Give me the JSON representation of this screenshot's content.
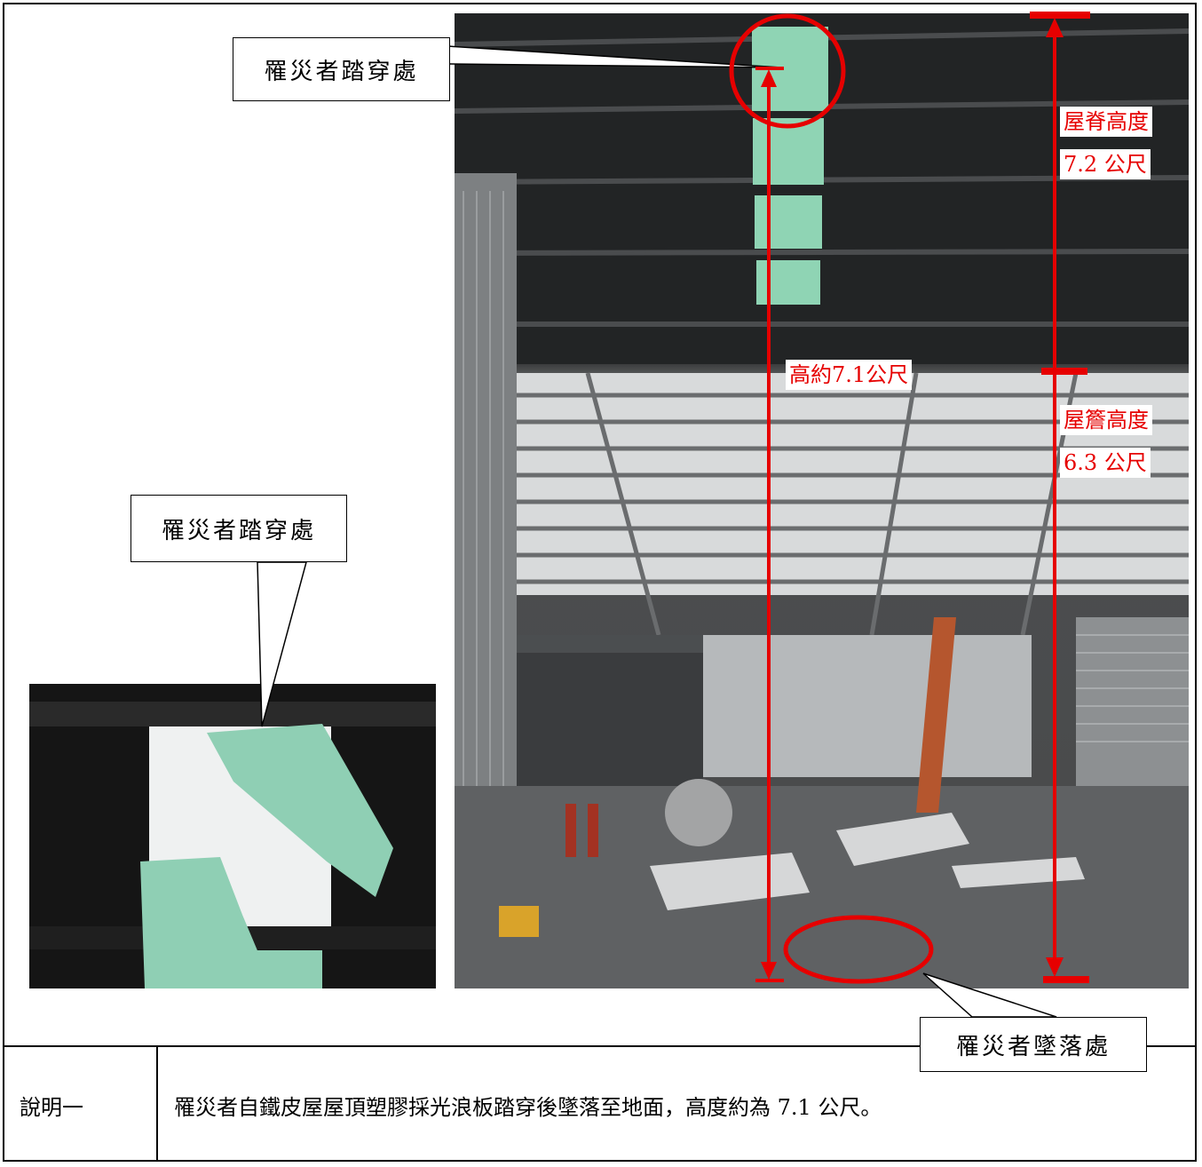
{
  "callouts": {
    "top_label": "罹災者踏穿處",
    "left_label": "罹災者踏穿處",
    "bottom_label": "罹災者墜落處"
  },
  "measurements": {
    "fall_height": "高約7.1公尺",
    "ridge_height_line1": "屋脊高度",
    "ridge_height_line2": "7.2 公尺",
    "eave_height_line1": "屋簷高度",
    "eave_height_line2": "6.3 公尺"
  },
  "caption": {
    "label": "說明一",
    "text": "罹災者自鐵皮屋屋頂塑膠採光浪板踏穿後墜落至地面，高度約為 7.1 公尺。"
  },
  "colors": {
    "annotation_red": "#e60000",
    "roof_panel_green": "#8fd4b4"
  }
}
